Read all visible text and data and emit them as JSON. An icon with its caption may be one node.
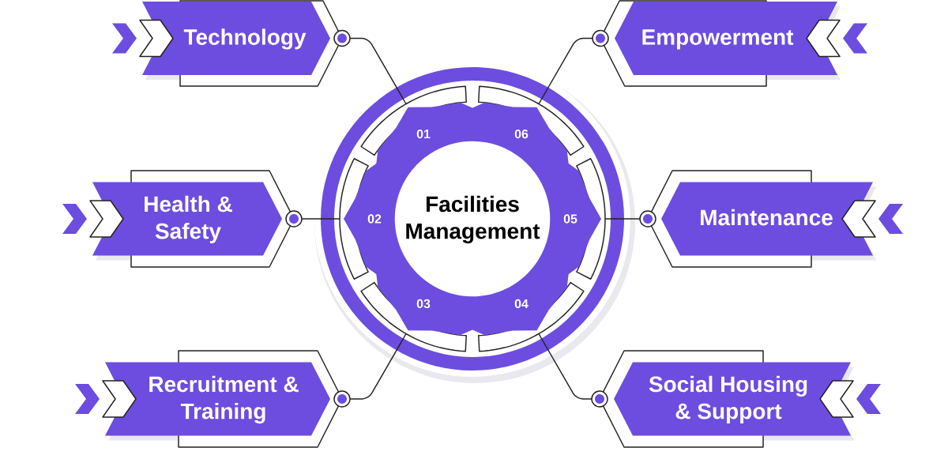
{
  "diagram": {
    "nodes": [
      {
        "text": [
          "Facilities Management"
        ]
      },
      {
        "text": [
          "01"
        ]
      },
      {
        "text": [
          "02"
        ]
      },
      {
        "text": [
          "03"
        ]
      },
      {
        "text": [
          "04"
        ]
      },
      {
        "text": [
          "05"
        ]
      },
      {
        "text": [
          "06"
        ]
      },
      {
        "text": [
          "Technology"
        ]
      },
      {
        "text": [
          "Health & Safety"
        ]
      },
      {
        "text": [
          "Recruitment & Training"
        ]
      },
      {
        "text": [
          "Empowerment"
        ]
      },
      {
        "text": [
          "Maintenance"
        ]
      },
      {
        "text": [
          "Social Housing & Support"
        ]
      }
    ],
    "edges": [
      {
        "from": 1,
        "to": 7,
        "arrow": "none"
      },
      {
        "from": 2,
        "to": 8,
        "arrow": "none"
      },
      {
        "from": 3,
        "to": 9,
        "arrow": "none"
      },
      {
        "from": 4,
        "to": 12,
        "arrow": "none"
      },
      {
        "from": 5,
        "to": 11,
        "arrow": "none"
      },
      {
        "from": 6,
        "to": 10,
        "arrow": "none"
      }
    ]
  }
}
